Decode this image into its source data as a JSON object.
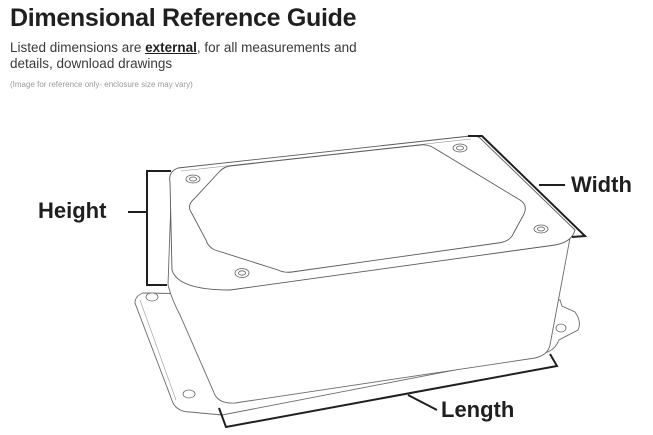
{
  "header": {
    "title": "Dimensional Reference Guide",
    "subtitle_before": "Listed dimensions are ",
    "subtitle_emphasis": "external",
    "subtitle_after": ", for all measurements and details, download drawings",
    "note": "(Image for reference only- enclosure size may vary)"
  },
  "diagram": {
    "subject": "enclosure-with-mounting-flanges",
    "labels": {
      "height": "Height",
      "width": "Width",
      "length": "Length"
    },
    "colors": {
      "dimension_line": "#1f1f1f",
      "outline": "#6a6a6a",
      "text": "#1f1f1f"
    }
  }
}
